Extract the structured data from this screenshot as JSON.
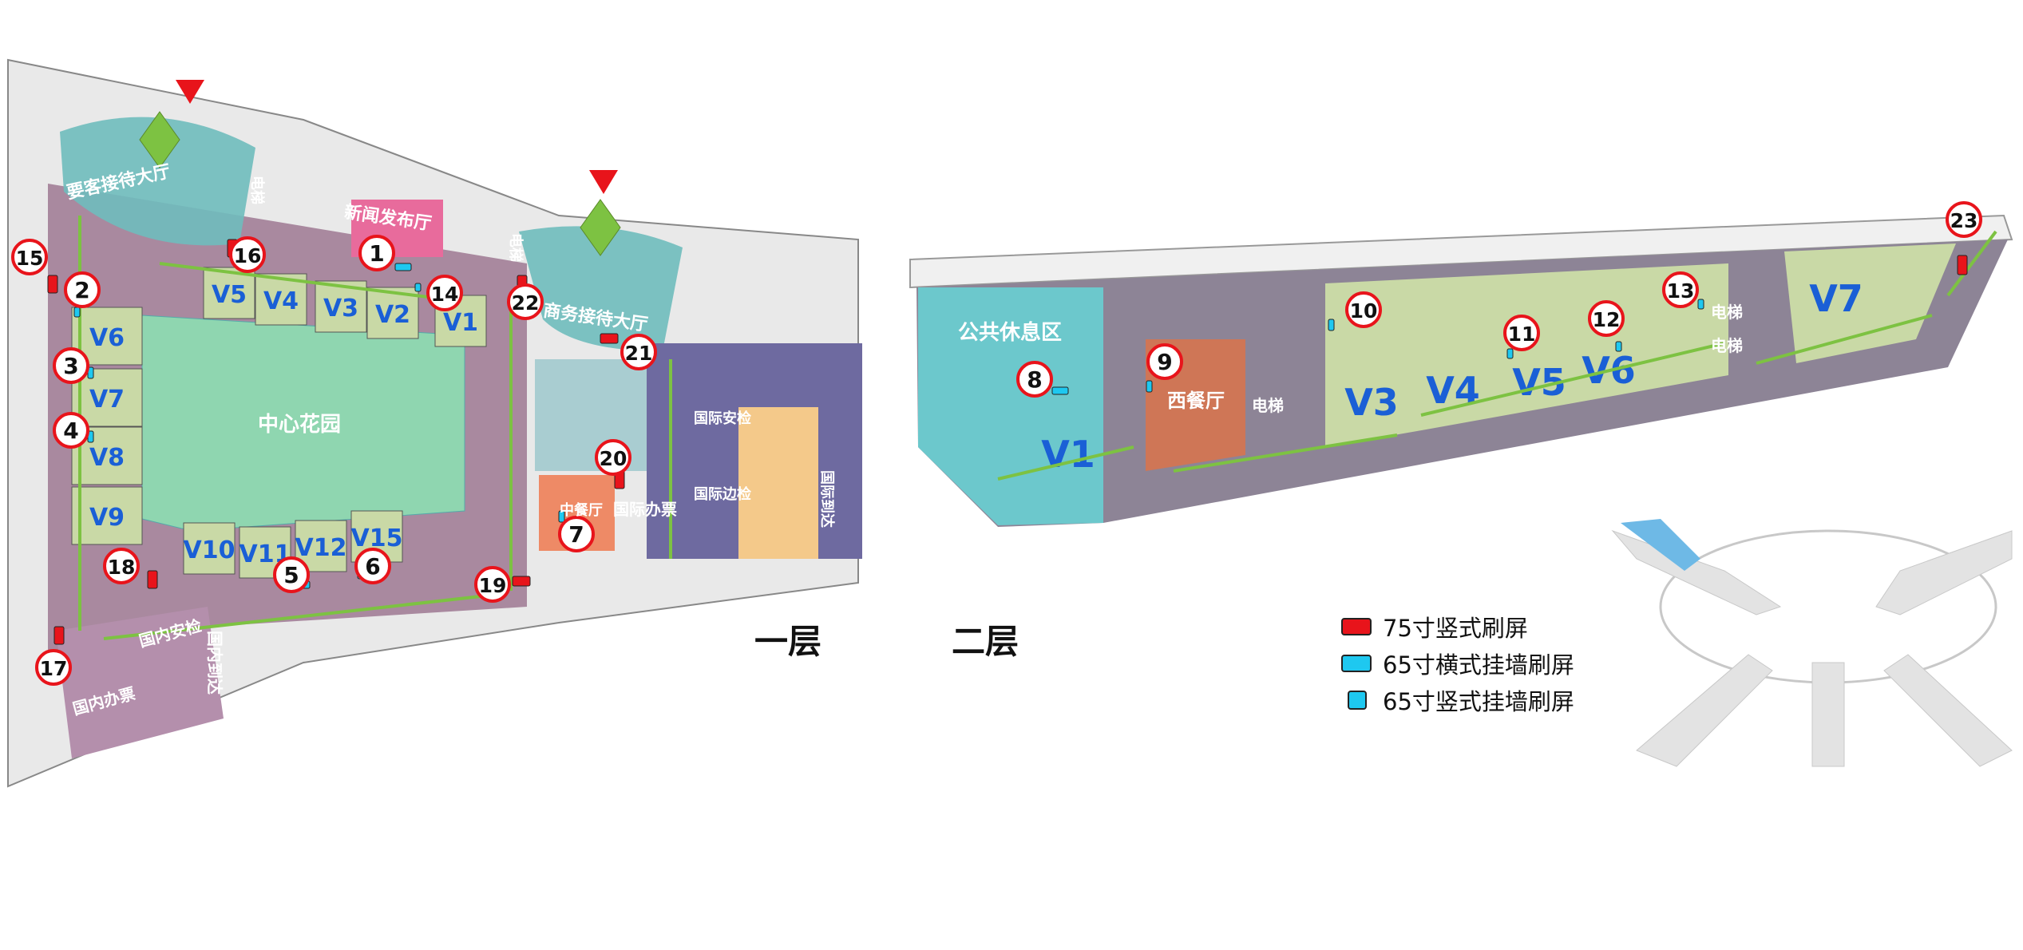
{
  "floor1": {
    "title": "一层",
    "rooms": {
      "vip_hall": "要客接待大厅",
      "press_hall": "新闻发布厅",
      "business_hall": "商务接待大厅",
      "garden": "中心花园",
      "chinese_restaurant": "中餐厅",
      "intl_ticketing": "国际办票",
      "intl_security": "国际安检",
      "intl_border": "国际边检",
      "intl_arrival": "国际到达",
      "dom_ticketing": "国内办票",
      "dom_security": "国内安检",
      "dom_arrival": "国内到达",
      "elevator_a": "电梯",
      "elevator_b": "电梯"
    },
    "vip_rooms": [
      "V5",
      "V4",
      "V3",
      "V2",
      "V1",
      "V6",
      "V7",
      "V8",
      "V9",
      "V10",
      "V11",
      "V12",
      "V15"
    ],
    "markers": [
      "1",
      "2",
      "3",
      "4",
      "5",
      "6",
      "7",
      "14",
      "15",
      "16",
      "17",
      "18",
      "19",
      "20",
      "21",
      "22"
    ]
  },
  "floor2": {
    "title": "二层",
    "rooms": {
      "lounge": "公共休息区",
      "western_restaurant": "西餐厅",
      "elevator_a": "电梯",
      "elevator_b": "电梯",
      "elevator_c": "电梯"
    },
    "vip_rooms": [
      "V1",
      "V3",
      "V4",
      "V5",
      "V6",
      "V7"
    ],
    "markers": [
      "8",
      "9",
      "10",
      "11",
      "12",
      "13",
      "23"
    ]
  },
  "legend": [
    {
      "label": "75寸竖式刷屏",
      "color": "#e8141b"
    },
    {
      "label": "65寸横式挂墙刷屏",
      "color": "#1ec8f0"
    },
    {
      "label": "65寸竖式挂墙刷屏",
      "color": "#1ec8f0"
    }
  ],
  "colors": {
    "marker_ring": "#e8141b",
    "corridor": "#9c7f98",
    "garden": "#8fd6b0",
    "vip_room": "#c9d9a6",
    "hall": "#6fbdbd",
    "intl_zone": "#6e6aa0",
    "arrow": "#7dc242",
    "vip_label": "#1a5fd6"
  }
}
